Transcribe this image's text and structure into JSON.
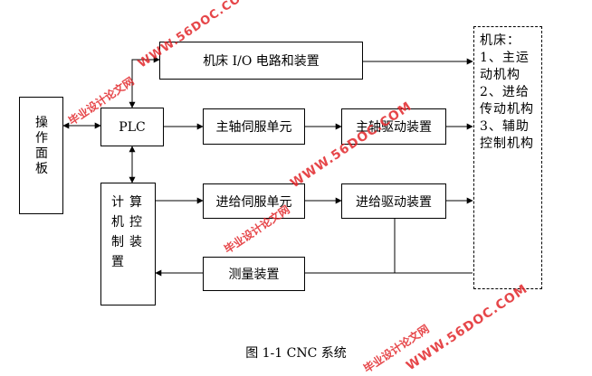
{
  "diagram": {
    "blocks": {
      "operation_panel": "操作面板",
      "plc": "PLC",
      "cnc_computer": [
        "计",
        "算",
        "机",
        "控",
        "制",
        "装",
        "置",
        ""
      ],
      "io_circuit": "机床 I/O 电路和装置",
      "spindle_servo": "主轴伺服单元",
      "spindle_drive": "主轴驱动装置",
      "feed_servo": "进给伺服单元",
      "feed_drive": "进给驱动装置",
      "measuring": "测量装置"
    },
    "machine_tool": {
      "title": "机床：",
      "items": [
        "1、主运动机构",
        "2、进给传动机构",
        "3、辅助控制机构"
      ]
    },
    "caption": "图 1-1 CNC 系统"
  },
  "watermarks": [
    "毕业设计论文网",
    "WWW.56DOC.COM"
  ],
  "colors": {
    "watermark": "#e2262a",
    "line": "#000000"
  }
}
